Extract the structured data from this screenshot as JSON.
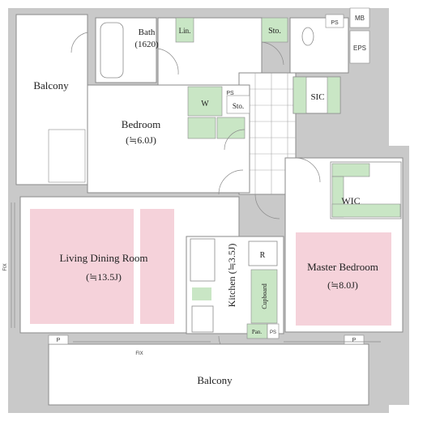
{
  "colors": {
    "wall": "#c9c9c9",
    "line": "#8a8a8a",
    "floor": "#ffffff",
    "pink": "#f5d2da",
    "green": "#c9e6c5",
    "tile": "#aaaaaa"
  },
  "rooms": {
    "balcony_left": "Balcony",
    "bath": "Bath",
    "bath_size": "(1620)",
    "lin": "Lin.",
    "sto_top": "Sto.",
    "ps_top": "PS",
    "mb": "MB",
    "eps": "EPS",
    "w": "W",
    "ps_mid": "PS",
    "sto_mid": "Sto.",
    "sic": "SIC",
    "bedroom": "Bedroom",
    "bedroom_size": "(≒6.0J)",
    "wic": "WIC",
    "living": "Living Dining Room",
    "living_size": "(≒13.5J)",
    "kitchen": "Kitchen (≒3.5J)",
    "r": "R",
    "cupboard": "Cupboard",
    "pan": "Pan.",
    "ps_kitchen": "PS",
    "master": "Master Bedroom",
    "master_size": "(≒8.0J)",
    "balcony_bottom": "Balcony",
    "fix_side": "FIX",
    "fix_bottom": "FIX",
    "p_left": "P",
    "p_right": "P"
  }
}
